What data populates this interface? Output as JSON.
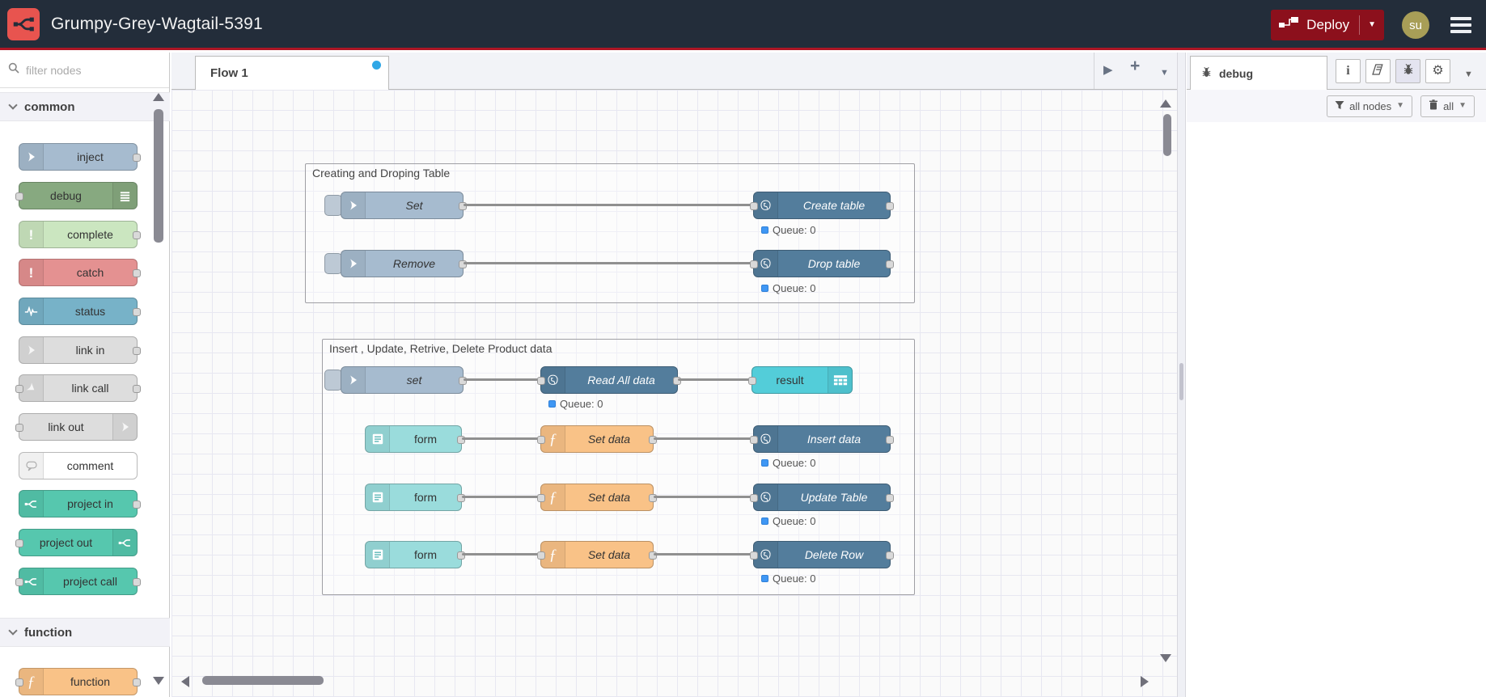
{
  "header": {
    "title": "Grumpy-Grey-Wagtail-5391",
    "deploy": {
      "label": "Deploy"
    },
    "avatar": {
      "initials": "su"
    }
  },
  "palette": {
    "filter_placeholder": "filter nodes",
    "categories": [
      {
        "label": "common",
        "items": [
          {
            "label": "inject"
          },
          {
            "label": "debug"
          },
          {
            "label": "complete"
          },
          {
            "label": "catch"
          },
          {
            "label": "status"
          },
          {
            "label": "link in"
          },
          {
            "label": "link call"
          },
          {
            "label": "link out"
          },
          {
            "label": "comment"
          },
          {
            "label": "project in"
          },
          {
            "label": "project out"
          },
          {
            "label": "project call"
          }
        ]
      },
      {
        "label": "function",
        "items": [
          {
            "label": "function"
          }
        ]
      }
    ]
  },
  "tabbar": {
    "active_tab": "Flow 1"
  },
  "canvas": {
    "groups": [
      {
        "title": "Creating and Droping Table",
        "rows": [
          {
            "source": {
              "label": "Set"
            },
            "target": {
              "label": "Create table",
              "status": "Queue: 0"
            }
          },
          {
            "source": {
              "label": "Remove"
            },
            "target": {
              "label": "Drop table",
              "status": "Queue: 0"
            }
          }
        ]
      },
      {
        "title": "Insert , Update, Retrive, Delete Product data",
        "rows": [
          {
            "source": {
              "label": "set"
            },
            "middle": {
              "label": "Read All data",
              "status": "Queue: 0"
            },
            "target": {
              "label": "result"
            }
          },
          {
            "source": {
              "label": "form"
            },
            "middle": {
              "label": "Set data"
            },
            "target": {
              "label": "Insert data",
              "status": "Queue: 0"
            }
          },
          {
            "source": {
              "label": "form"
            },
            "middle": {
              "label": "Set data"
            },
            "target": {
              "label": "Update Table",
              "status": "Queue: 0"
            }
          },
          {
            "source": {
              "label": "form"
            },
            "middle": {
              "label": "Set data"
            },
            "target": {
              "label": "Delete Row",
              "status": "Queue: 0"
            }
          }
        ]
      }
    ]
  },
  "sidebar": {
    "tab_label": "debug",
    "filter_button": "all nodes",
    "clear_button": "all"
  },
  "icons": {
    "logo": "node-red-icon",
    "deploy": "deploy-nodes-icon",
    "menu": "hamburger-icon",
    "search": "search-icon",
    "inject": "inject-arrow-icon",
    "debug": "debug-list-icon",
    "complete_catch": "exclamation-icon",
    "status": "pulse-icon",
    "link": "link-arrow-icon",
    "comment": "speech-bubble-icon",
    "project": "node-red-mark-icon",
    "function": "function-f-icon",
    "postgres": "postgres-elephant-icon",
    "result": "table-grid-icon",
    "form": "form-list-icon",
    "info": "info-icon",
    "help": "book-icon",
    "bug": "bug-icon",
    "gear": "gear-icon",
    "filter": "funnel-icon",
    "clear": "trash-icon",
    "gear_glyph": "⚙"
  },
  "colors": {
    "header_bg": "#232d3a",
    "header_line": "#ad1625",
    "logo_bg": "#e8544f",
    "deploy_bg": "#8c101c",
    "avatar_bg": "#a89e57",
    "dirty_dot": "#2fa7e6",
    "inject": "#a6bbcf",
    "debug": "#87a980",
    "complete": "#cbe6c0",
    "catch": "#e49191",
    "status_node": "#77b2c8",
    "link": "#dddddd",
    "comment": "#ffffff",
    "project": "#56c7ae",
    "function": "#f9c287",
    "postgres": "#537d9c",
    "result": "#53cdd9",
    "form": "#9adcdc",
    "queue_dot": "#3f97f4",
    "wire": "#909090",
    "grid": "#e7e7f1"
  }
}
